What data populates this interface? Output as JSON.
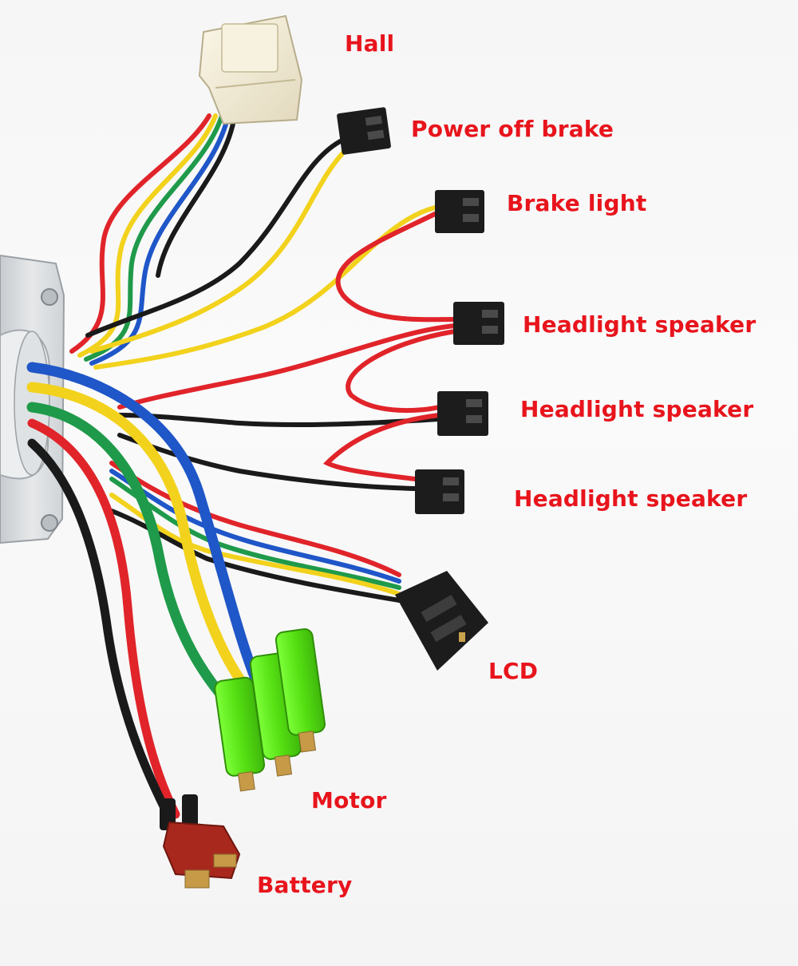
{
  "labels": {
    "hall": "Hall",
    "power_off_brake": "Power off brake",
    "brake_light": "Brake light",
    "headlight_speaker_1": "Headlight speaker",
    "headlight_speaker_2": "Headlight speaker",
    "headlight_speaker_3": "Headlight speaker",
    "lcd": "LCD",
    "motor": "Motor",
    "battery": "Battery"
  },
  "colors": {
    "label_text": "#e8141c",
    "wire_red": "#e0242a",
    "wire_yellow": "#f2d21c",
    "wire_green": "#1f9a4a",
    "wire_blue": "#1f56c8",
    "wire_black": "#1a1a1a",
    "connector_black": "#1c1c1c",
    "connector_white": "#f1ebd6",
    "motor_sleeve_green": "#5ff21a",
    "battery_plug_red": "#a8281e",
    "controller_housing": "#d9dcdf"
  }
}
